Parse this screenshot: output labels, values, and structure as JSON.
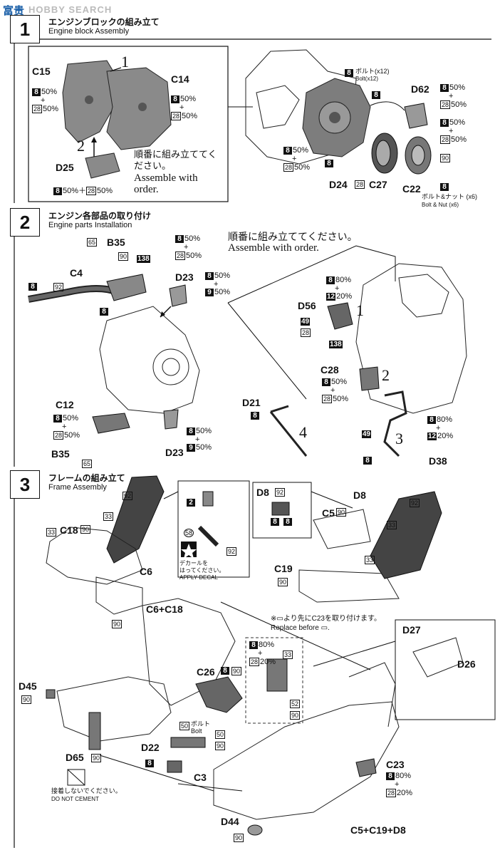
{
  "watermark": "HOBBY SEARCH",
  "corner_logo": "富贵",
  "step1": {
    "num": "1",
    "jp": "エンジンブロックの組み立て",
    "en": "Engine block Assembly",
    "inset_note_jp": "順番に組み立ててください。",
    "inset_note_en": "Assemble with order.",
    "order1": "1",
    "order2": "2",
    "bolt_jp": "ボルト(x12)",
    "bolt_en": "Bolt(x12)",
    "boltnut_jp": "ボルト&ナット (x6)",
    "boltnut_en": "Bolt & Nut (x6)",
    "parts": {
      "c15": "C15",
      "c14": "C14",
      "d25": "D25",
      "d62": "D62",
      "d24": "D24",
      "c27": "C27",
      "c22": "C22"
    },
    "pct50": "50%",
    "plus": "+",
    "c8": "8",
    "c28": "28",
    "c90": "90",
    "d25_mix": "50%＋",
    "d25_mix2": "50%"
  },
  "step2": {
    "num": "2",
    "jp": "エンジン各部品の取り付け",
    "en": "Engine parts Installation",
    "note_jp": "順番に組み立ててください。",
    "note_en": "Assemble with order.",
    "parts": {
      "b35a": "B35",
      "c4": "C4",
      "d23a": "D23",
      "c12": "C12",
      "b35b": "B35",
      "d23b": "D23",
      "d56": "D56",
      "c28": "C28",
      "d21": "D21",
      "d38": "D38"
    },
    "o1": "1",
    "o2": "2",
    "o3": "3",
    "o4": "4",
    "c65": "65",
    "c90": "90",
    "c138": "138",
    "c92": "92",
    "c9": "9",
    "c12": "12",
    "c49": "49",
    "p80": "80%",
    "p20": "20%",
    "p50": "50%"
  },
  "step3": {
    "num": "3",
    "jp": "フレームの組み立て",
    "en": "Frame Assembly",
    "decal_jp1": "デカールを",
    "decal_jp2": "はってください。",
    "decal_en": "APPLY DECAL",
    "replace_jp": "※▭より先にC23を取り付けます。",
    "replace_en": "Replace before ▭.",
    "bolt_jp": "ボルト",
    "bolt_en": "Bolt",
    "nocement_jp": "接着しないでください。",
    "nocement_en": "DO NOT CEMENT",
    "parts": {
      "c18": "C18",
      "c6": "C6",
      "d8a": "D8",
      "d8b": "D8",
      "c5": "C5",
      "c19": "C19",
      "c6c18": "C6+C18",
      "c26": "C26",
      "d27": "D27",
      "d26": "D26",
      "d45": "D45",
      "d65": "D65",
      "d22": "D22",
      "c3": "C3",
      "c23": "C23",
      "d44": "D44",
      "c5c19d8": "C5+C19+D8"
    },
    "c2": "2",
    "c58": "58",
    "c33": "33",
    "c52": "52",
    "c50": "50"
  }
}
